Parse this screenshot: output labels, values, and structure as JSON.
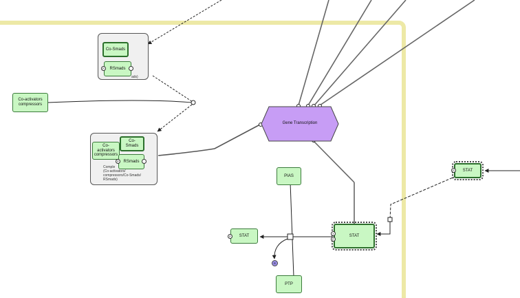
{
  "nodes": {
    "smad_complex": {
      "cosmads": "Co-Smads",
      "rsmads": "RSmads",
      "state_p": "P",
      "caption_fragment": "ads)"
    },
    "coactivators_free": "Co-activators\ncompressors",
    "complex_lower": {
      "coactivators": "Co-activators\ncompressors",
      "cosmads": "Co-Smads",
      "rsmads": "RSmads",
      "state_p": "P",
      "caption": "Comple\n(Co-activators/\ncompressors/Co-Smads/\nRSmads)"
    },
    "gene_transcription": "Gene Transcription",
    "stat_right": {
      "label": "STAT",
      "state": "P"
    },
    "stat_mid": {
      "label": "STAT",
      "state_y": "Y",
      "state_p": "P"
    },
    "stat_left": {
      "label": "STAT",
      "state": "P"
    },
    "pias": "PIAS",
    "ptp": "PTP",
    "small_circle": "R"
  },
  "colors": {
    "node_fill": "#c9f7c3",
    "compartment_border": "#ede9a6",
    "hexagon_fill": "#c79df5"
  }
}
